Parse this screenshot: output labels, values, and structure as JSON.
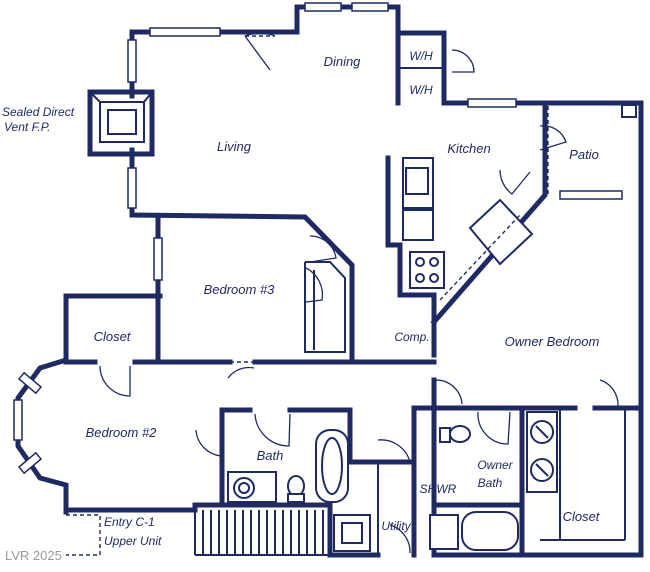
{
  "rooms": {
    "dining": "Dining",
    "wh_top": "W/H",
    "wh_bottom": "W/H",
    "sealed_line1": "Sealed Direct",
    "sealed_line2": "Vent F.P.",
    "living": "Living",
    "kitchen": "Kitchen",
    "patio": "Patio",
    "bedroom3": "Bedroom #3",
    "closet_left": "Closet",
    "comp": "Comp.",
    "owner_bedroom": "Owner Bedroom",
    "bedroom2": "Bedroom #2",
    "bath": "Bath",
    "owner_bath_line1": "Owner",
    "owner_bath_line2": "Bath",
    "shwr": "SHWR",
    "closet_owner": "Closet",
    "entry_line1": "Entry C-1",
    "entry_line2": "Upper Unit",
    "utility": "Utility"
  },
  "watermark": "LVR 2025"
}
